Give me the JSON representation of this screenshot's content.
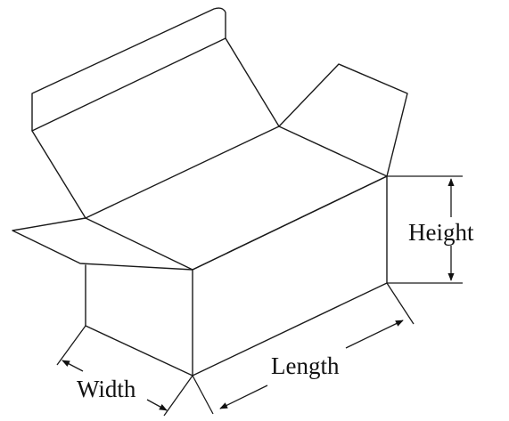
{
  "labels": {
    "height": "Height",
    "length": "Length",
    "width": "Width"
  }
}
